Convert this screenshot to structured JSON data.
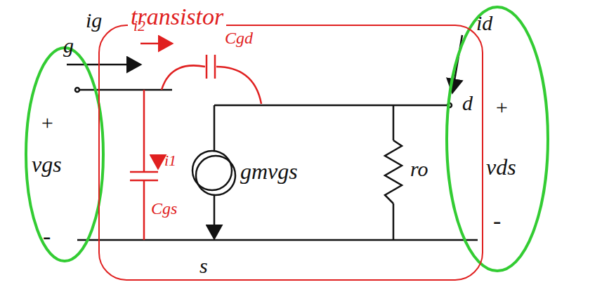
{
  "diagram": {
    "nodes": [
      {
        "text": [
          "transistor"
        ]
      },
      {
        "text": [
          "g",
          "+",
          "vgs",
          "-"
        ]
      },
      {
        "text": [
          "id",
          "d",
          "+",
          "vds",
          "-"
        ]
      }
    ],
    "labels": [
      "ig",
      "i2",
      "Cgd",
      "i1",
      "Cgs",
      "gmvgs",
      "ro",
      "s"
    ]
  }
}
